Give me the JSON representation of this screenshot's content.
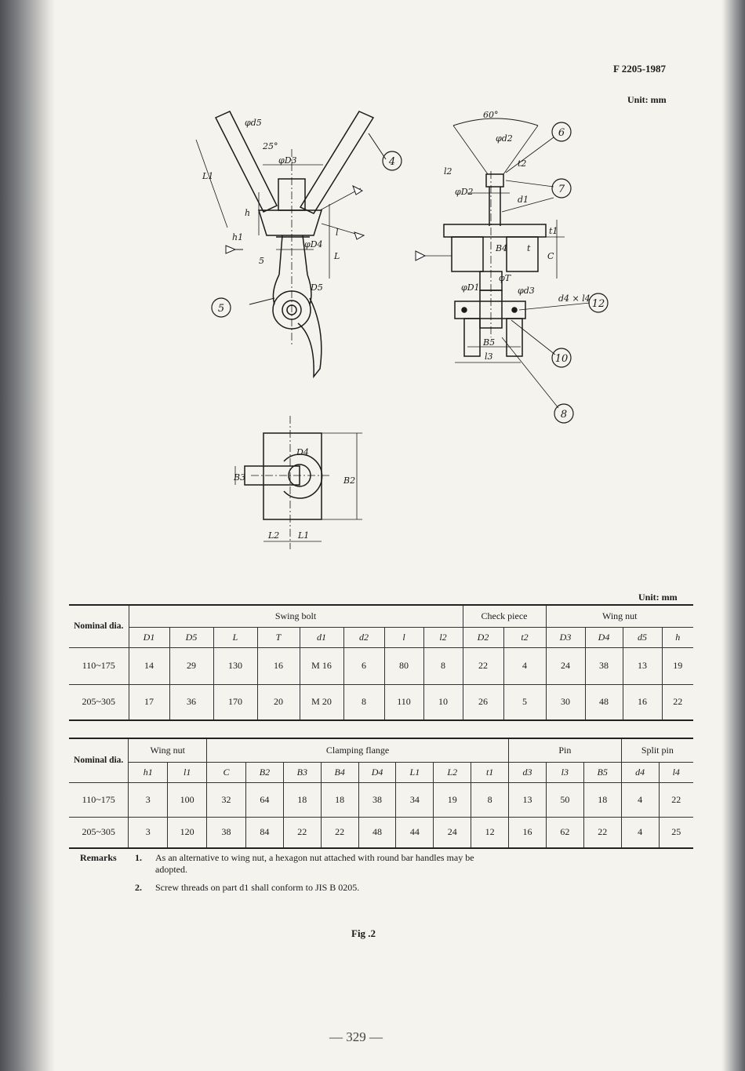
{
  "header": {
    "standard_code": "F 2205-1987",
    "unit": "Unit: mm"
  },
  "drawing": {
    "labels": {
      "phi_d5": "φd5",
      "angle_25": "25°",
      "phi_D3": "φD3",
      "L1": "L1",
      "h": "h",
      "h1": "h1",
      "l": "l",
      "phi_D4": "φD4",
      "L": "L",
      "D5": "D5",
      "num5_left": "5",
      "angle_60": "60°",
      "phi_d2": "φd2",
      "l2": "l2",
      "t2": "t2",
      "phi_D2": "φD2",
      "d1": "d1",
      "t1": "t1",
      "B4": "B4",
      "t": "t",
      "C": "C",
      "phi_D1": "φD1",
      "phi_T": "φT",
      "phi_d3": "φd3",
      "d4_x_l4": "d4 × l4",
      "B5": "B5",
      "l3": "l3",
      "B3": "B3",
      "B2": "B2",
      "L2": "L2",
      "L1_bottom": "L1",
      "D4_plan": "D4"
    },
    "callouts": [
      "4",
      "5",
      "6",
      "7",
      "8",
      "10",
      "12"
    ]
  },
  "table1": {
    "unit": "Unit: mm",
    "nominal_header": "Nominal dia.",
    "groups": [
      {
        "name": "Swing bolt",
        "cols": [
          "D1",
          "D5",
          "L",
          "T",
          "d1",
          "d2",
          "l",
          "l2"
        ]
      },
      {
        "name": "Check piece",
        "cols": [
          "D2",
          "t2"
        ]
      },
      {
        "name": "Wing nut",
        "cols": [
          "D3",
          "D4",
          "d5",
          "h"
        ]
      }
    ],
    "rows": [
      {
        "nominal": "110~175",
        "values": [
          "14",
          "29",
          "130",
          "16",
          "M 16",
          "6",
          "80",
          "8",
          "22",
          "4",
          "24",
          "38",
          "13",
          "19"
        ]
      },
      {
        "nominal": "205~305",
        "values": [
          "17",
          "36",
          "170",
          "20",
          "M 20",
          "8",
          "110",
          "10",
          "26",
          "5",
          "30",
          "48",
          "16",
          "22"
        ]
      }
    ]
  },
  "table2": {
    "nominal_header": "Nominal dia.",
    "groups": [
      {
        "name": "Wing nut",
        "cols": [
          "h1",
          "l1"
        ]
      },
      {
        "name": "Clamping flange",
        "cols": [
          "C",
          "B2",
          "B3",
          "B4",
          "D4",
          "L1",
          "L2",
          "t1"
        ]
      },
      {
        "name": "Pin",
        "cols": [
          "d3",
          "l3",
          "B5"
        ]
      },
      {
        "name": "Split pin",
        "cols": [
          "d4",
          "l4"
        ]
      }
    ],
    "rows": [
      {
        "nominal": "110~175",
        "values": [
          "3",
          "100",
          "32",
          "64",
          "18",
          "18",
          "38",
          "34",
          "19",
          "8",
          "13",
          "50",
          "18",
          "4",
          "22"
        ]
      },
      {
        "nominal": "205~305",
        "values": [
          "3",
          "120",
          "38",
          "84",
          "22",
          "22",
          "48",
          "44",
          "24",
          "12",
          "16",
          "62",
          "22",
          "4",
          "25"
        ]
      }
    ]
  },
  "remarks": {
    "label": "Remarks",
    "items": [
      {
        "num": "1.",
        "text": "As an alternative to wing nut, a hexagon nut attached with round bar handles may be adopted."
      },
      {
        "num": "2.",
        "text": "Screw threads on part d1 shall conform to JIS B 0205."
      }
    ]
  },
  "figure_caption": "Fig .2",
  "page_number": "— 329 —"
}
